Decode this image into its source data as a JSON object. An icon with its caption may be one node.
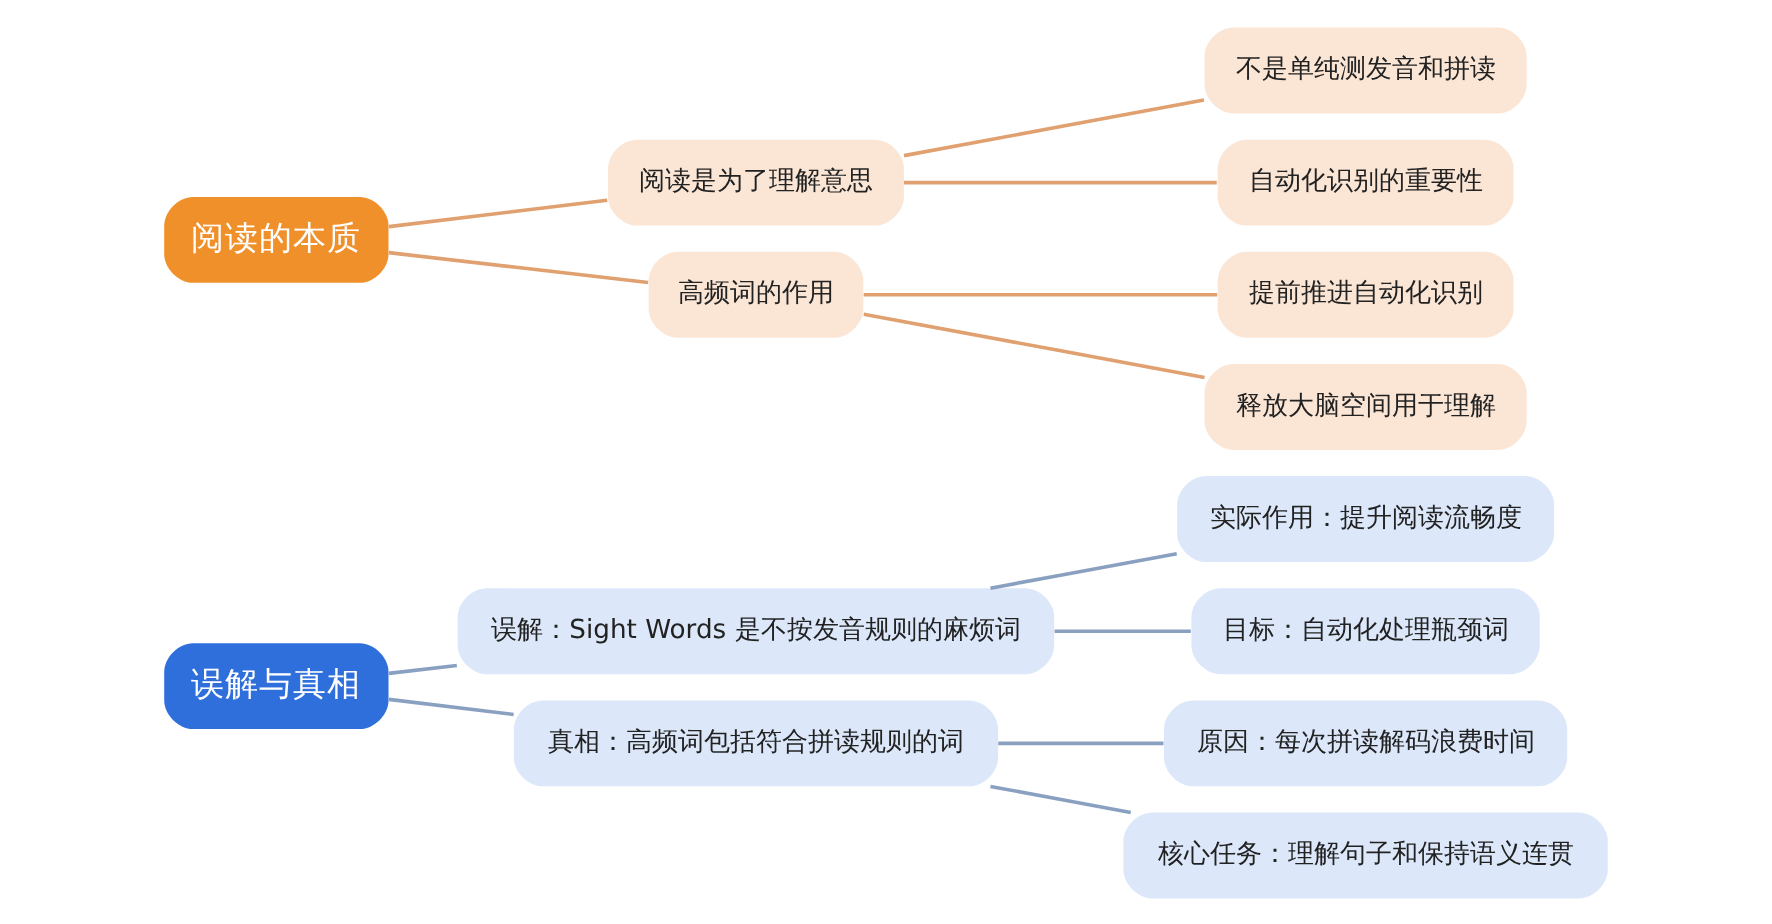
{
  "diagram": {
    "nodes": [
      {
        "text": [
          "误解与真相"
        ]
      },
      {
        "text": [
          "误解：Sight Words 是不按发音规则的麻烦词"
        ]
      },
      {
        "text": [
          "实际作用：提升阅读流畅度"
        ]
      },
      {
        "text": [
          "目标：自动化处理瓶颈词"
        ]
      },
      {
        "text": [
          "真相：高频词包括符合拼读规则的词"
        ]
      },
      {
        "text": [
          "原因：每次拼读解码浪费时间"
        ]
      },
      {
        "text": [
          "核心任务：理解句子和保持语义连贯"
        ]
      },
      {
        "text": [
          "阅读的本质"
        ]
      },
      {
        "text": [
          "阅读是为了理解意思"
        ]
      },
      {
        "text": [
          "不是单纯测发音和拼读"
        ]
      },
      {
        "text": [
          "自动化识别的重要性"
        ]
      },
      {
        "text": [
          "高频词的作用"
        ]
      },
      {
        "text": [
          "提前推进自动化识别"
        ]
      },
      {
        "text": [
          "释放大脑空间用于理解"
        ]
      }
    ],
    "edges": [
      {
        "from": 0,
        "to": 1,
        "arrow": "none"
      },
      {
        "from": 0,
        "to": 4,
        "arrow": "none"
      },
      {
        "from": 1,
        "to": 2,
        "arrow": "none"
      },
      {
        "from": 1,
        "to": 3,
        "arrow": "none"
      },
      {
        "from": 4,
        "to": 5,
        "arrow": "none"
      },
      {
        "from": 4,
        "to": 6,
        "arrow": "none"
      },
      {
        "from": 7,
        "to": 8,
        "arrow": "none"
      },
      {
        "from": 7,
        "to": 11,
        "arrow": "none"
      },
      {
        "from": 8,
        "to": 9,
        "arrow": "none"
      },
      {
        "from": 8,
        "to": 10,
        "arrow": "none"
      },
      {
        "from": 11,
        "to": 12,
        "arrow": "none"
      },
      {
        "from": 11,
        "to": 13,
        "arrow": "none"
      }
    ]
  }
}
